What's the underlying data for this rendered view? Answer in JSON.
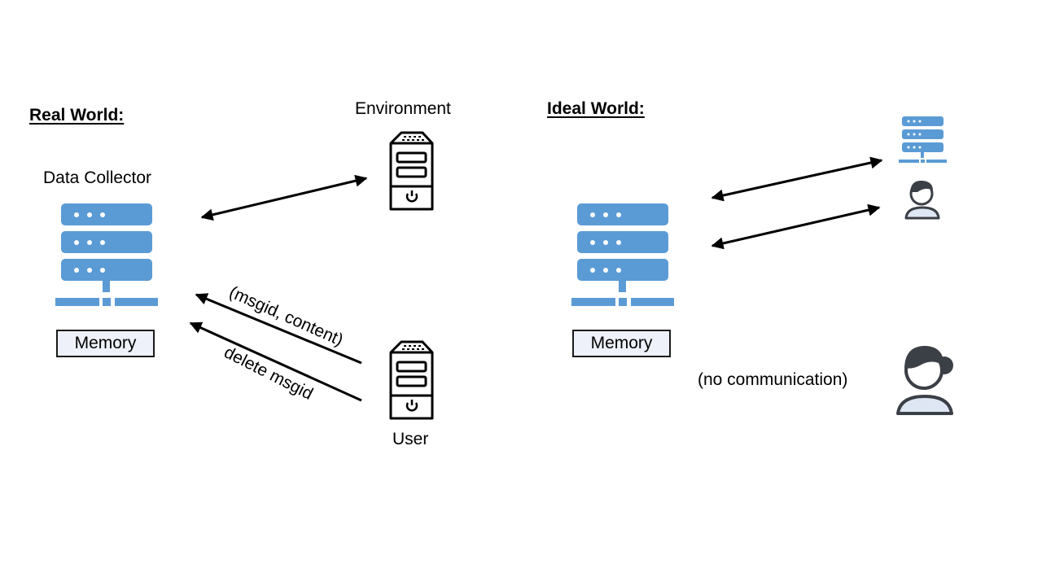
{
  "real_world": {
    "heading": "Real World:",
    "collector_label": "Data Collector",
    "memory_label": "Memory",
    "environment_label": "Environment",
    "user_label": "User",
    "arrow_msg_label": "(msgid, content)",
    "arrow_delete_label": "delete msgid"
  },
  "ideal_world": {
    "heading": "Ideal World:",
    "memory_label": "Memory",
    "no_comm_label": "(no communication)"
  },
  "colors": {
    "server_blue": "#5b9bd5",
    "person_dark": "#3b3f46",
    "person_light": "#dfe6f3",
    "line": "#000000"
  },
  "icons": {
    "collector": "rack-server-icon",
    "environment": "tower-server-icon",
    "user": "tower-server-icon",
    "ideal_collector": "rack-server-icon",
    "ideal_server": "rack-server-icon",
    "ideal_person": "person-icon"
  }
}
